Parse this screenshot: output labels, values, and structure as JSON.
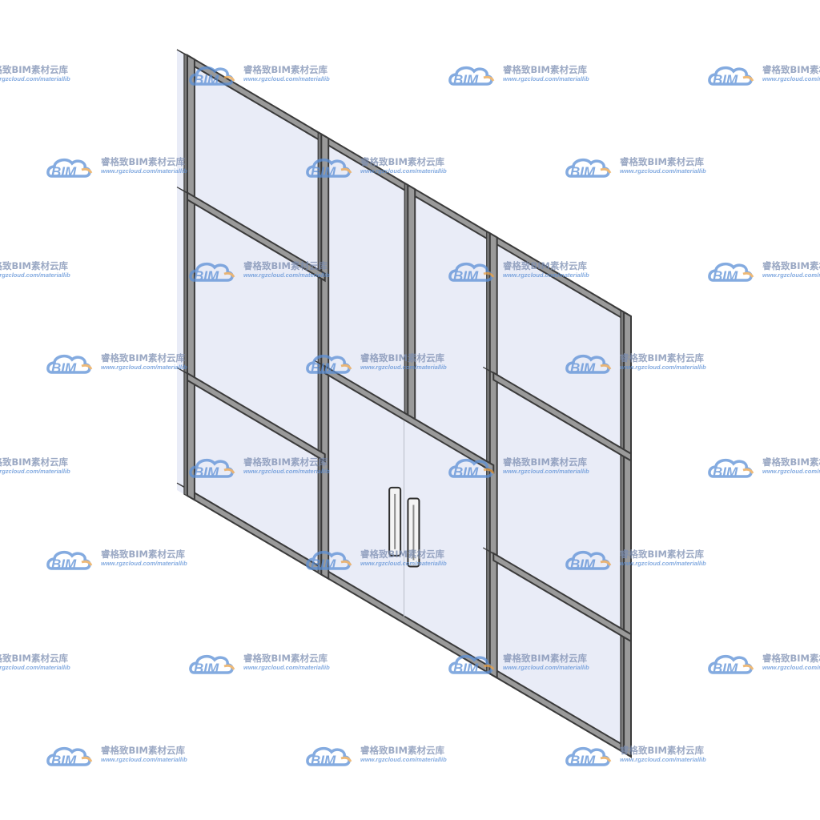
{
  "watermark": {
    "title": "睿格致BIM素材云库",
    "url": "www.rgzcloud.com/materiallib",
    "logo_text": "BIM",
    "logo_color": "#5b8fd6",
    "accent_color": "#e8a24a",
    "title_color": "#7a8cb0",
    "opacity": 0.75
  },
  "drawing": {
    "subject": "glass partition with double door",
    "frame_color": "#9a9a9a",
    "frame_edge_color": "#3a3a3a",
    "glass_color": "#e9ecf7",
    "handle_color": "#f4f4f4"
  }
}
